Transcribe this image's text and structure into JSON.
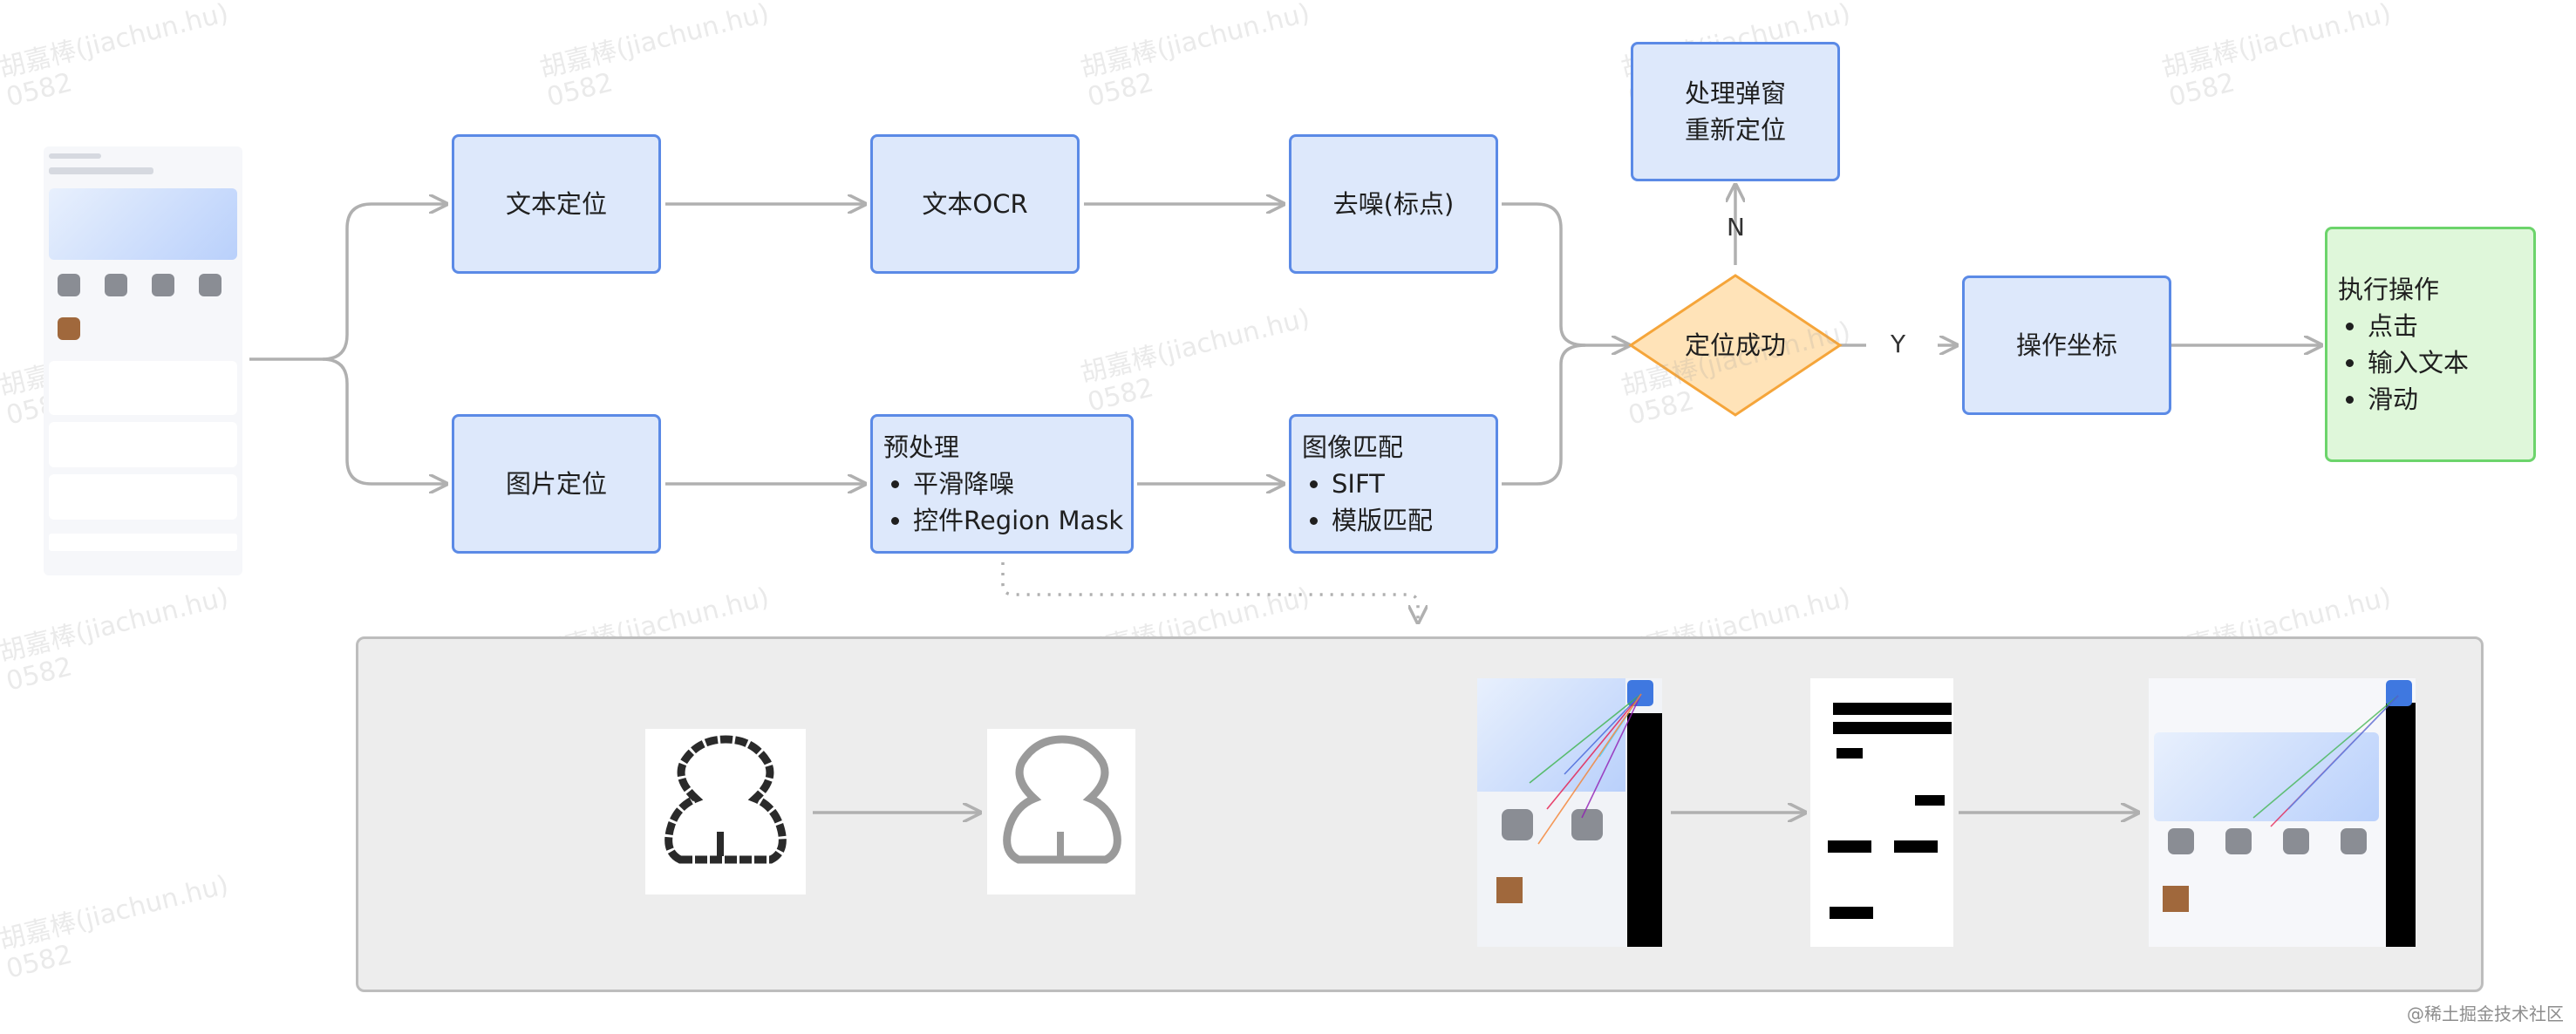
{
  "flow": {
    "text_locate": "文本定位",
    "text_ocr": "文本OCR",
    "denoise": "去噪(标点)",
    "image_locate": "图片定位",
    "preprocess": {
      "title": "预处理",
      "items": [
        "平滑降噪",
        "控件Region Mask"
      ]
    },
    "match": {
      "title": "图像匹配",
      "items": [
        "SIFT",
        "模版匹配"
      ]
    },
    "popup": {
      "line1": "处理弹窗",
      "line2": "重新定位"
    },
    "decision": "定位成功",
    "label_no": "N",
    "label_yes": "Y",
    "coords": "操作坐标",
    "execute": {
      "title": "执行操作",
      "items": [
        "点击",
        "输入文本",
        "滑动"
      ]
    }
  },
  "watermark": {
    "line1": "胡嘉棒(jiachun.hu)",
    "line2": "0582"
  },
  "credit": "@稀土掘金技术社区",
  "colors": {
    "node_fill": "#dde8fb",
    "node_stroke": "#5b8ae6",
    "decision_fill": "#ffe3b8",
    "decision_stroke": "#f5a53a",
    "exec_fill": "#dff7da",
    "exec_stroke": "#6cd46b",
    "arrow": "#b0b0b0",
    "panel_fill": "#ededed",
    "panel_stroke": "#bdbdbd"
  }
}
